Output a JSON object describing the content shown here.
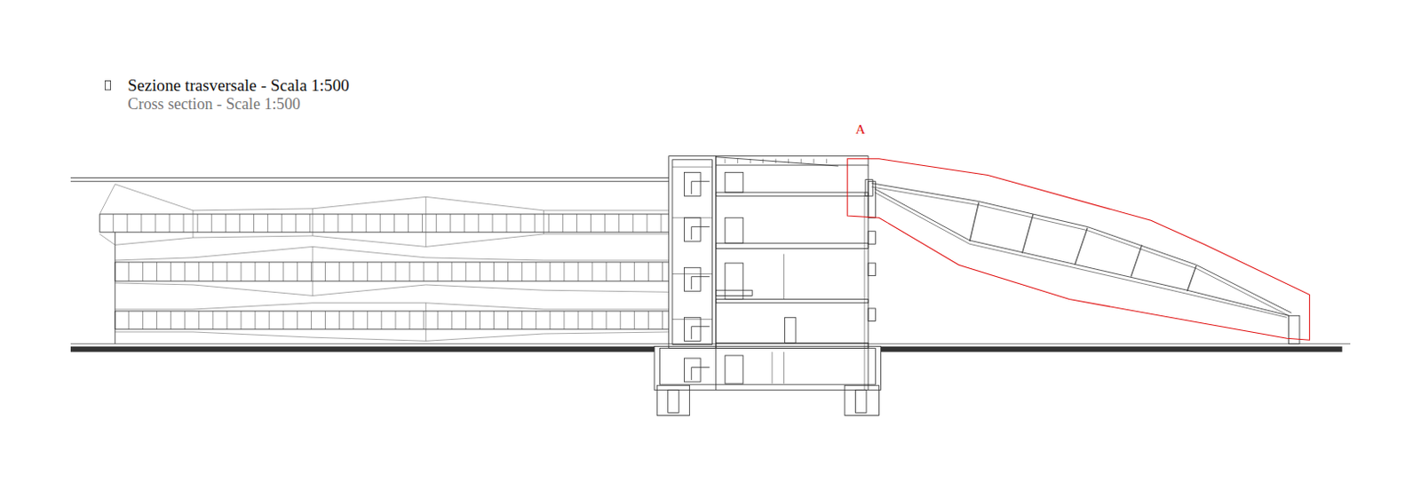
{
  "diagram": {
    "title": "Sezione trasversale - Scala 1:500",
    "labels": [
      "Cross section - Scale 1:500",
      "A"
    ]
  }
}
